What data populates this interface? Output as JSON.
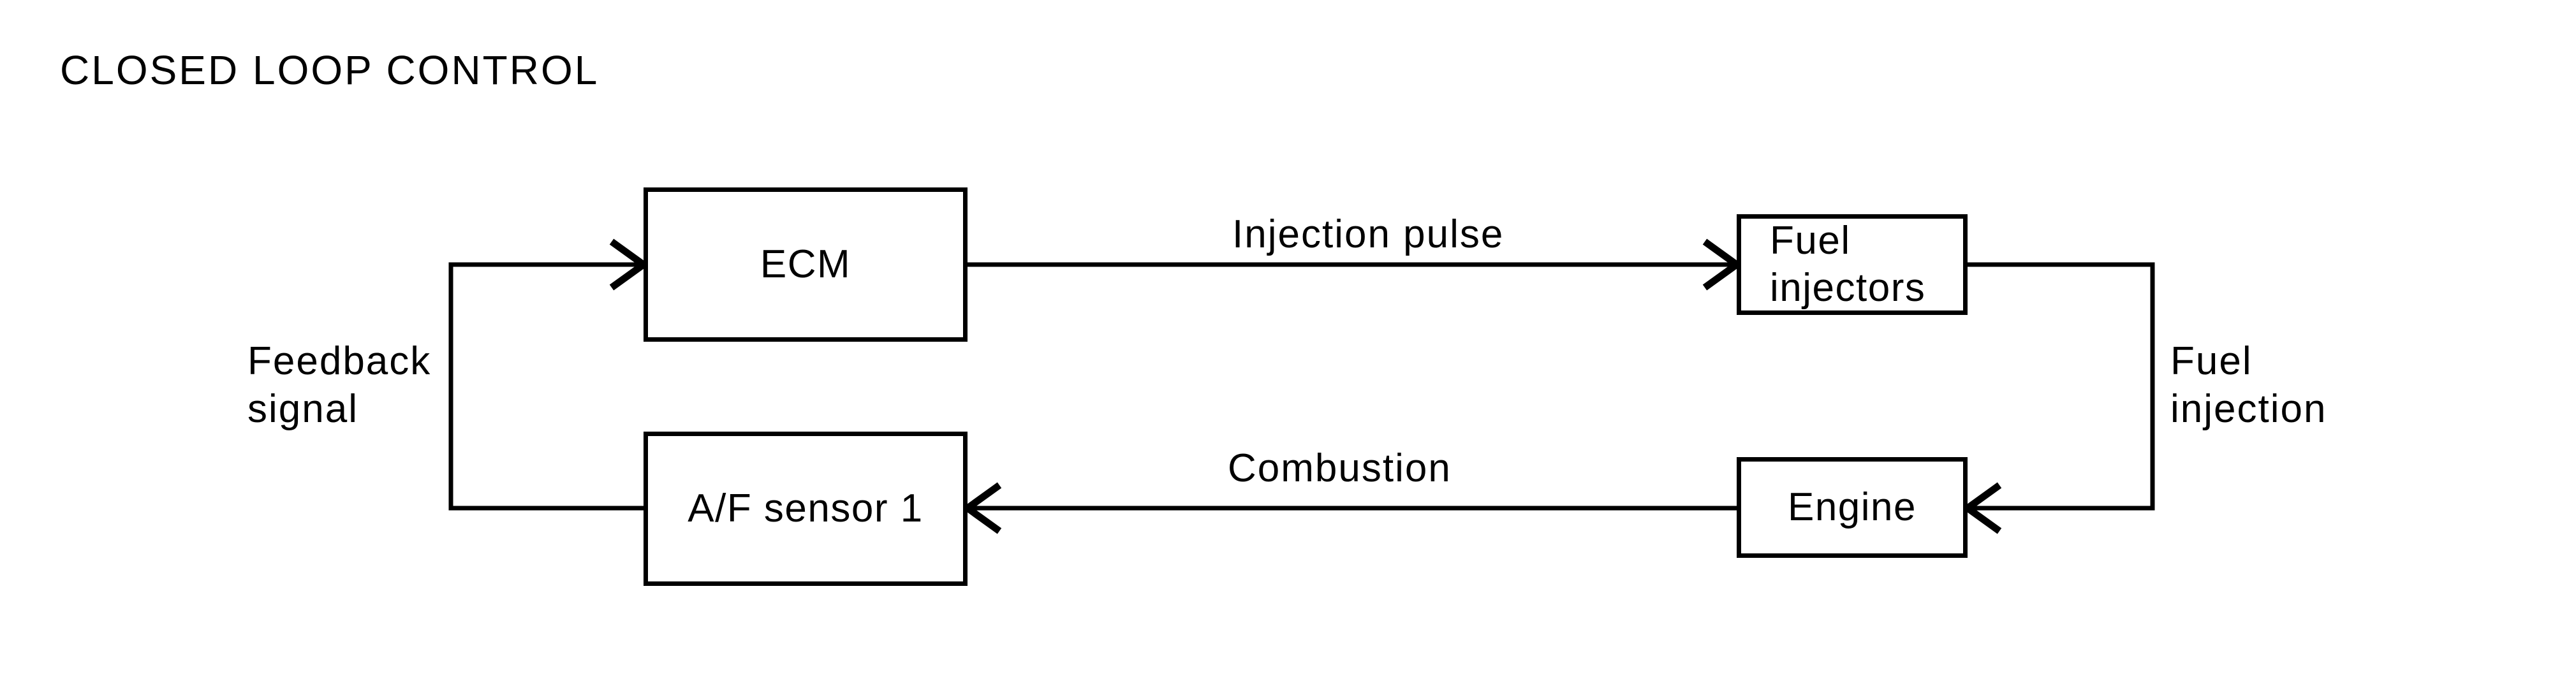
{
  "title": "CLOSED LOOP CONTROL",
  "nodes": {
    "ecm": {
      "label": "ECM"
    },
    "fuel_injectors": {
      "label": "Fuel injectors"
    },
    "engine": {
      "label": "Engine"
    },
    "af_sensor": {
      "label": "A/F sensor 1"
    }
  },
  "edges": {
    "injection_pulse": {
      "label": "Injection pulse",
      "from": "ECM",
      "to": "Fuel injectors"
    },
    "fuel_injection": {
      "label": "Fuel\ninjection",
      "from": "Fuel injectors",
      "to": "Engine"
    },
    "combustion": {
      "label": "Combustion",
      "from": "Engine",
      "to": "A/F sensor 1"
    },
    "feedback_signal": {
      "label": "Feedback\nsignal",
      "from": "A/F sensor 1",
      "to": "ECM"
    }
  },
  "colors": {
    "line": "#000000",
    "background": "#ffffff"
  }
}
